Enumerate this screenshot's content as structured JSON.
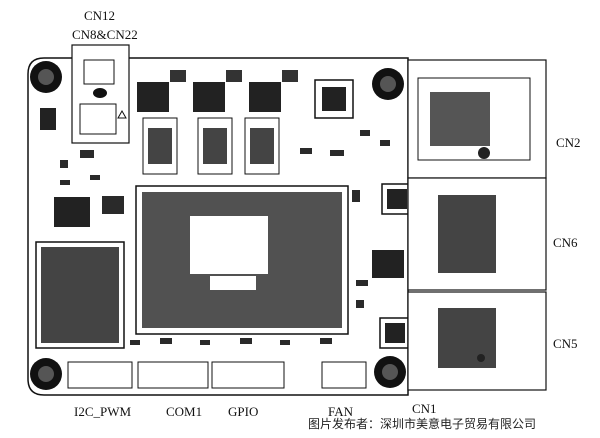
{
  "labels": {
    "top": [
      "CN12",
      "CN8&CN22"
    ],
    "right": [
      "CN2",
      "CN6",
      "CN5"
    ],
    "bottom": [
      "I2C_PWM",
      "COM1",
      "GPIO",
      "FAN",
      "CN1"
    ]
  },
  "credit": "图片发布者：深圳市美意电子贸易有限公司",
  "colors": {
    "ink": "#111111",
    "copper": "#222222",
    "pad": "#3a3a3a",
    "board": "#ffffff"
  }
}
